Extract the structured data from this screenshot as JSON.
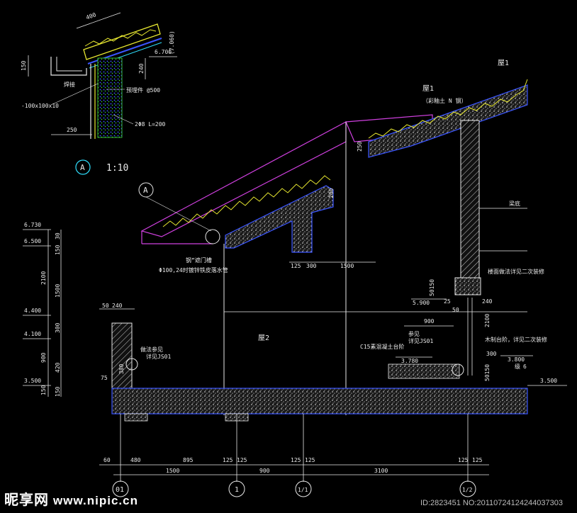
{
  "colors": {
    "background": "#000000",
    "line_white": "#e8e8e8",
    "roof_magenta": "#d040e0",
    "tile_yellow": "#e8e830",
    "hatch_gray": "#9a9a9a",
    "accent_blue": "#3a55ff",
    "accent_cyan": "#30e0ff",
    "accent_green": "#40e040"
  },
  "detail": {
    "marker_letter": "A",
    "scale": "1:10",
    "dim_400": "400",
    "dim_150": "150",
    "dim_240": "240",
    "dim_250": "250",
    "elev_top": "(7.060)",
    "elev_bottom": "6.700",
    "note_weld": "焊接",
    "note_plate": "-100x100x10",
    "note_embed": "预埋件 @500",
    "note_bar": "2Φ8 L=200"
  },
  "section_marker": {
    "letter": "A"
  },
  "labels": {
    "layer1_top": "屋1",
    "layer1_mid": "屋1",
    "layer1_sub": "（彩釉土 N 钢）",
    "layer2": "屋2",
    "beam_label": "梁底",
    "gutter_note": "钢”遮门槽",
    "downpipe_note": "Φ100,24时镀锌铁皮落水管",
    "stair_note": "楼面做法详见二次装修",
    "ref_note": "参见",
    "ref_sub": "详见JS01",
    "c15_note": "C15素混凝土台阶",
    "platform_note": "木制台阶，详见二次装修",
    "wall_note": "做法参见",
    "wall_note_sub": "详见JS01",
    "step_label": "级",
    "step_num": "6"
  },
  "left_elevations": [
    "6.730",
    "6.500",
    "4.400",
    "4.100",
    "3.500"
  ],
  "left_dims_outer": [
    "2100",
    "900",
    "150"
  ],
  "left_dims_inner": [
    "30",
    "150",
    "1500",
    "300",
    "420",
    "150"
  ],
  "dims": {
    "d_50_240": "50",
    "d_240": "240",
    "d_75": "75",
    "d_380": "380",
    "d_250": "250",
    "d_200": "200",
    "d_125_a": "125",
    "d_300": "300",
    "d_1500": "1500",
    "d_50150_a": "50150",
    "d_25": "25",
    "d_240b": "240",
    "d_50": "50",
    "d_2100": "2100",
    "d_900": "900",
    "d_300b": "300",
    "d_50150_b": "50150",
    "d_5900": "5.900",
    "d_3780": "3.780",
    "d_3800": "3.800",
    "d_3500_r": "3.500"
  },
  "bottom_dims_row1": [
    "60",
    "480",
    "895",
    "125",
    "125",
    "125",
    "125",
    "125",
    "125"
  ],
  "bottom_dims_row2": [
    "1500",
    "900",
    "3100"
  ],
  "axes": [
    "01",
    "1",
    "1/1",
    "1/2"
  ],
  "watermark": {
    "site": "昵享网",
    "url": "www.nipic.cn",
    "id": "ID:2823451 NO:20110724124244037303"
  }
}
